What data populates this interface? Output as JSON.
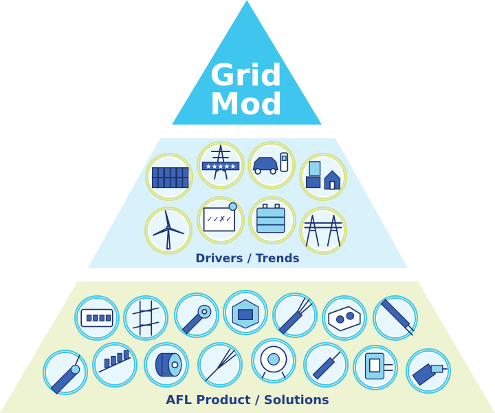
{
  "top_tier": {
    "title_line1": "Grid",
    "title_line2": "Mod",
    "color": "#3fc6ee"
  },
  "middle_tier": {
    "label": "Drivers / Trends",
    "color": "#d9f1fa",
    "ring_color": "#d8e27a",
    "icons": [
      "solar-panels-icon",
      "transmission-tower-rating-icon",
      "electric-vehicle-charging-icon",
      "smart-home-solar-battery-icon",
      "wind-turbine-icon",
      "grid-monitoring-dashboard-icon",
      "energy-storage-battery-icon",
      "substation-icon"
    ]
  },
  "bottom_tier": {
    "label": "AFL Product / Solutions",
    "color": "#eef3d2",
    "ring_color": "#3fc6ee",
    "icons": [
      "monitoring-equipment-icon",
      "cable-hardware-bracket-icon",
      "fiber-optic-cable-icon",
      "fusion-splicer-icon",
      "loose-tube-cable-icon",
      "splice-enclosure-icon",
      "stranded-cable-icon",
      "armored-cable-icon",
      "connector-hardware-icon",
      "cable-drum-icon",
      "fiber-strands-icon",
      "optical-test-instrument-icon",
      "fiber-cleaning-tool-icon",
      "distribution-box-icon",
      "lc-connector-icon"
    ]
  }
}
